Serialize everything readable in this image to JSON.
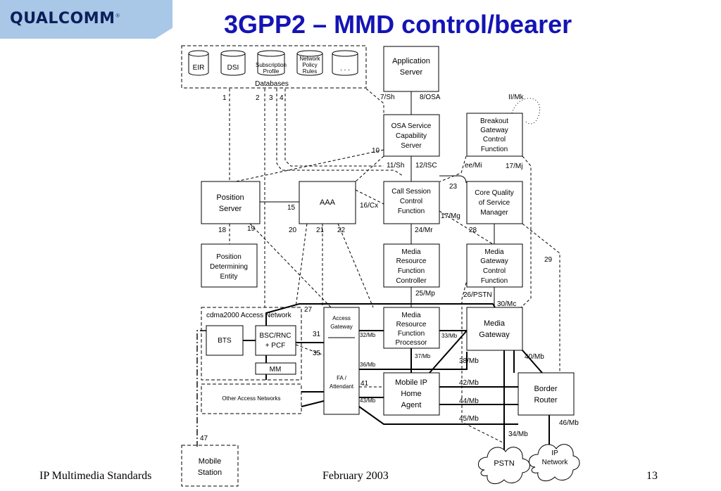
{
  "header": {
    "logo_text": "QUALCOMM",
    "logo_mark": "®",
    "title": "3GPP2 – MMD control/bearer"
  },
  "footer": {
    "left": "IP Multimedia Standards",
    "center": "February 2003",
    "page": "13"
  },
  "databases": {
    "group_label": "Databases",
    "eir": "EIR",
    "dsi": "DSI",
    "subscription_line1": "Subscription",
    "subscription_line2": "Profile",
    "npr_line1": "Network",
    "npr_line2": "Policy",
    "npr_line3": "Rules",
    "more": ". . ."
  },
  "entities": {
    "app_server": [
      "Application",
      "Server"
    ],
    "osa_scs": [
      "OSA Service",
      "Capability",
      "Server"
    ],
    "bgcf": [
      "Breakout",
      "Gateway",
      "Control",
      "Function"
    ],
    "position_server": [
      "Position",
      "Server"
    ],
    "aaa": "AAA",
    "cscf": [
      "Call Session",
      "Control",
      "Function"
    ],
    "core_qos": [
      "Core Quality",
      "of Service",
      "Manager"
    ],
    "pde": [
      "Position",
      "Determining",
      "Entity"
    ],
    "mrfc": [
      "Media",
      "Resource",
      "Function",
      "Controller"
    ],
    "mgcf": [
      "Media",
      "Gateway",
      "Control",
      "Function"
    ],
    "access_gateway": [
      "Access",
      "Gateway"
    ],
    "fa_attendant": [
      "FA /",
      "Attendant"
    ],
    "mrfp": [
      "Media",
      "Resource",
      "Function",
      "Processor"
    ],
    "media_gateway": [
      "Media",
      "Gateway"
    ],
    "mobile_ip_ha": [
      "Mobile IP",
      "Home",
      "Agent"
    ],
    "border_router": [
      "Border",
      "Router"
    ],
    "cdma_network": "cdma2000 Access Network",
    "bts": "BTS",
    "bsc_pcf": [
      "BSC/RNC",
      "+ PCF"
    ],
    "mm": "MM",
    "other_networks": "Other Access Networks",
    "mobile_station": [
      "Mobile",
      "Station"
    ],
    "pstn": "PSTN",
    "ip_network": [
      "IP",
      "Network"
    ]
  },
  "interfaces": {
    "i1": "1",
    "i2": "2",
    "i3": "3",
    "i4": "4",
    "sh7": "7/Sh",
    "osa8": "8/OSA",
    "ii_mk": "II/Mk",
    "i10": "10",
    "sh11": "11/Sh",
    "isc12": "12/ISC",
    "ee_mi": "ee/Mi",
    "mj17": "17/Mj",
    "i23": "23",
    "i15": "15",
    "cx16": "16/Cx",
    "mg17": "17/Mg",
    "i18": "18",
    "i19": "19",
    "i20": "20",
    "i21": "21",
    "i22": "22",
    "mr24": "24/Mr",
    "i28": "28",
    "i29": "29",
    "mp25": "25/Mp",
    "pstn26": "26/PSTN",
    "mc30": "30/Mc",
    "i27": "27",
    "i31": "31",
    "mb32": "32/Mb",
    "mb33": "33/Mb",
    "i35": "35",
    "mb37": "37/Mb",
    "mb38": "38/Mb",
    "mb40": "40/Mb",
    "mb36": "36/Mb",
    "i41": "41",
    "mb42": "42/Mb",
    "mb43": "43/Mb",
    "mb44": "44/Mb",
    "mb45": "45/Mb",
    "mb46": "46/Mb",
    "mb34": "34/Mb",
    "i47": "47"
  },
  "colors": {
    "logo_bg": "#a9c7e6",
    "logo_text": "#0b1f5a",
    "title": "#1414b4"
  }
}
